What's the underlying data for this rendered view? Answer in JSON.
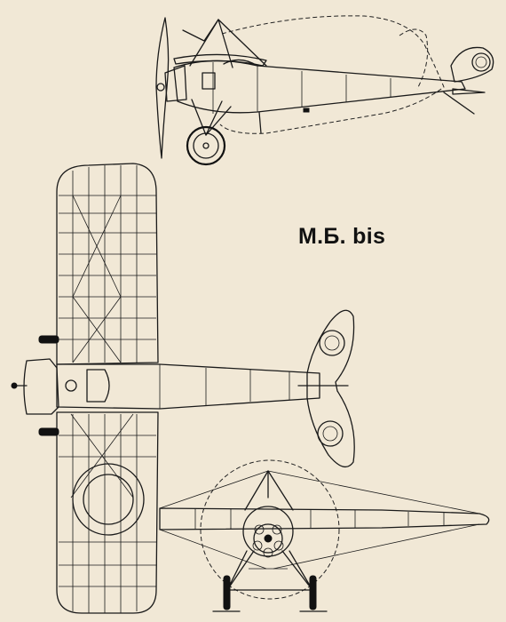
{
  "title": "М.Б. bis",
  "views": [
    "side-view",
    "top-view",
    "front-view"
  ],
  "colors": {
    "paper": "#f1e8d6",
    "ink": "#1a1a1a"
  }
}
